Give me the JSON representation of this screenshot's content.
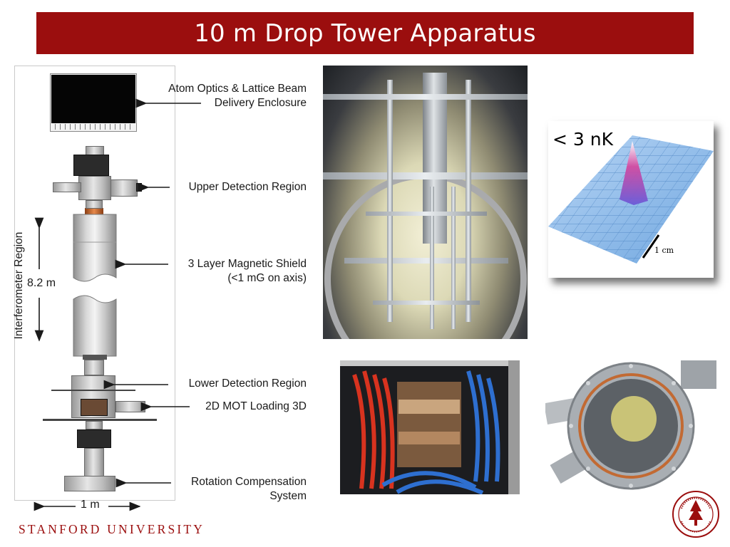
{
  "title": "10 m Drop Tower Apparatus",
  "labels": {
    "enclosure": [
      "Atom Optics & Lattice Beam",
      "Delivery Enclosure"
    ],
    "upper_detection": "Upper Detection Region",
    "shield": [
      "3 Layer Magnetic Shield",
      "(<1 mG on axis)"
    ],
    "lower_detection": "Lower Detection Region",
    "mot": "2D MOT Loading 3D",
    "rotation": [
      "Rotation Compensation",
      "System"
    ]
  },
  "dimensions": {
    "region": "Interferometer Region",
    "height": "8.2 m",
    "width": "1 m"
  },
  "inset": {
    "temperature": "< 3 nK",
    "scale": "1 cm"
  },
  "footer": {
    "university": "STANFORD UNIVERSITY"
  },
  "colors": {
    "title_bar": "#9b0e0e",
    "title_text": "#ffffff",
    "footer_text": "#9b0e0e"
  }
}
